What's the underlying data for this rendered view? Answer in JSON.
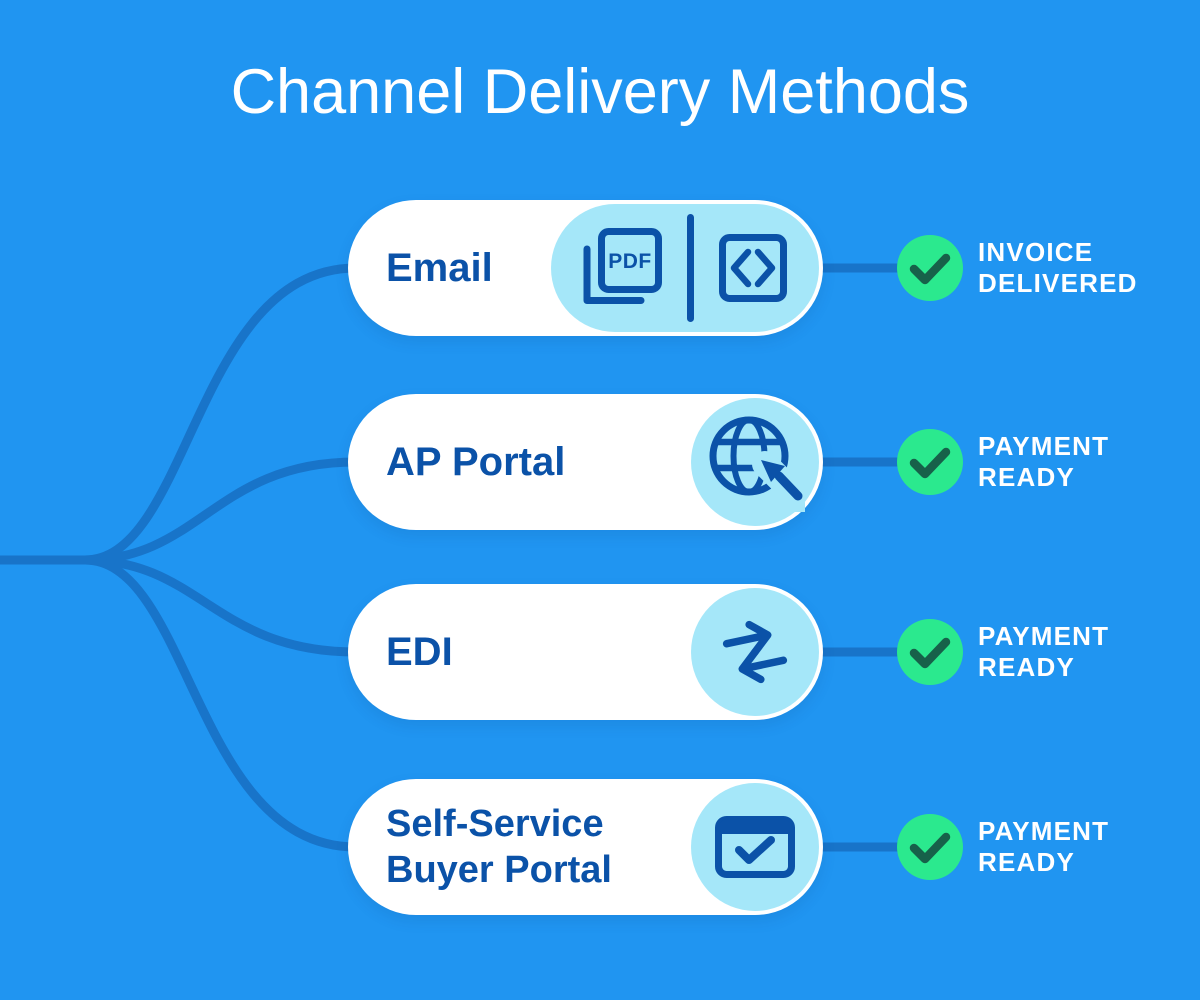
{
  "title": "Channel Delivery Methods",
  "colors": {
    "bg": "#2095F1",
    "line": "#1874C9",
    "deep": "#0B52A8",
    "light": "#A5E7F9",
    "green": "#2BE98E",
    "check": "#17614A",
    "white": "#FFFFFF"
  },
  "pdf_icon_label": "PDF",
  "rows": [
    {
      "label": "Email",
      "icons": [
        "pdf-document-icon",
        "code-icon"
      ],
      "status_lines": [
        "INVOICE",
        "DELIVERED"
      ]
    },
    {
      "label": "AP Portal",
      "icons": [
        "globe-pointer-icon"
      ],
      "status_lines": [
        "PAYMENT",
        "READY"
      ]
    },
    {
      "label": "EDI",
      "icons": [
        "swap-arrows-icon"
      ],
      "status_lines": [
        "PAYMENT",
        "READY"
      ]
    },
    {
      "label": "Self-Service Buyer Portal",
      "label_lines": [
        "Self-Service",
        "Buyer Portal"
      ],
      "icons": [
        "browser-check-icon"
      ],
      "status_lines": [
        "PAYMENT",
        "READY"
      ]
    }
  ]
}
